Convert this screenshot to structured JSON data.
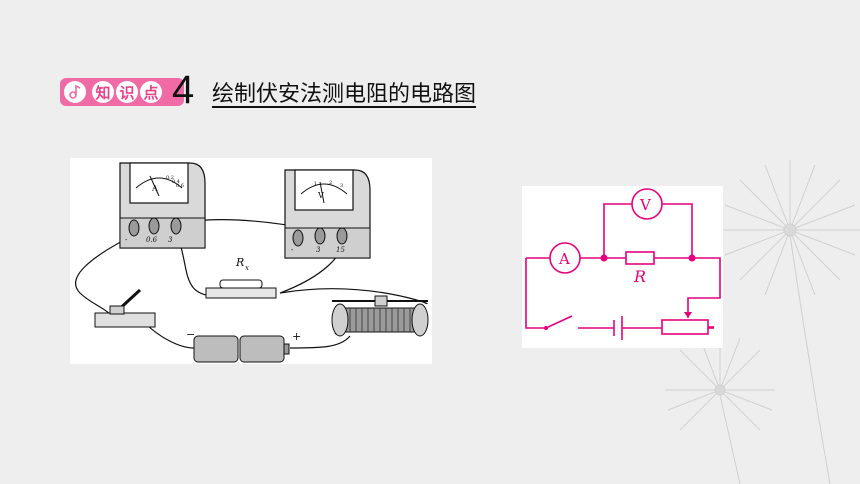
{
  "badge": {
    "chars": [
      "知",
      "识",
      "点"
    ],
    "number": "4",
    "color": "#f06aa6"
  },
  "title": "绘制伏安法测电阻的电路图",
  "apparatus": {
    "ammeter_unit": "A",
    "ammeter_scale": [
      "0.2",
      "0.4",
      "0.6"
    ],
    "ammeter_terminals": [
      "-",
      "0.6",
      "3"
    ],
    "voltmeter_unit": "V",
    "voltmeter_scale": [
      "1",
      "2",
      "3"
    ],
    "voltmeter_terminals": [
      "-",
      "3",
      "15"
    ],
    "resistor_label": "R",
    "resistor_subscript": "x",
    "battery_minus": "−",
    "battery_plus": "+"
  },
  "schematic": {
    "ammeter": "A",
    "voltmeter": "V",
    "resistor": "R",
    "line_color": "#e6007e"
  }
}
